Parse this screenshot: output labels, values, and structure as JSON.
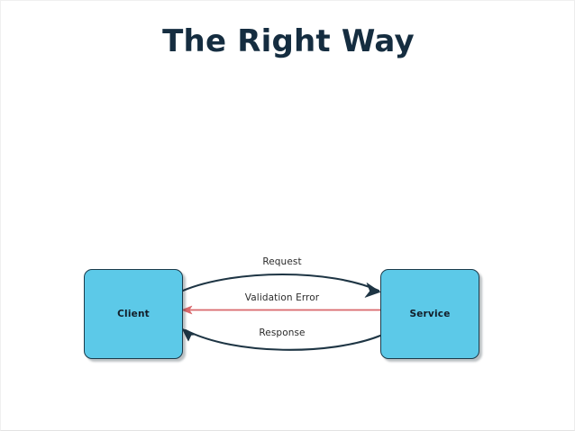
{
  "slide": {
    "title": "The Right Way",
    "background_color": "#ffffff",
    "title_color": "#152D40"
  },
  "diagram": {
    "type": "sequence-flow",
    "nodes": [
      {
        "id": "client",
        "label": "Client",
        "fill_color": "#5CC9E8",
        "border_color": "#1B3B4B",
        "text_color": "#121D28"
      },
      {
        "id": "service",
        "label": "Service",
        "fill_color": "#5CC9E8",
        "border_color": "#1B3B4B",
        "text_color": "#121D28"
      }
    ],
    "edges": [
      {
        "id": "request",
        "label": "Request",
        "from": "client",
        "to": "service",
        "direction": "right",
        "style": "curved-up",
        "color": "#1E3544"
      },
      {
        "id": "validation-error",
        "label": "Validation Error",
        "from": "service",
        "to": "client",
        "direction": "left",
        "style": "straight",
        "color": "#D9686B"
      },
      {
        "id": "response",
        "label": "Response",
        "from": "service",
        "to": "client",
        "direction": "left",
        "style": "curved-down",
        "color": "#1E3544"
      }
    ]
  }
}
